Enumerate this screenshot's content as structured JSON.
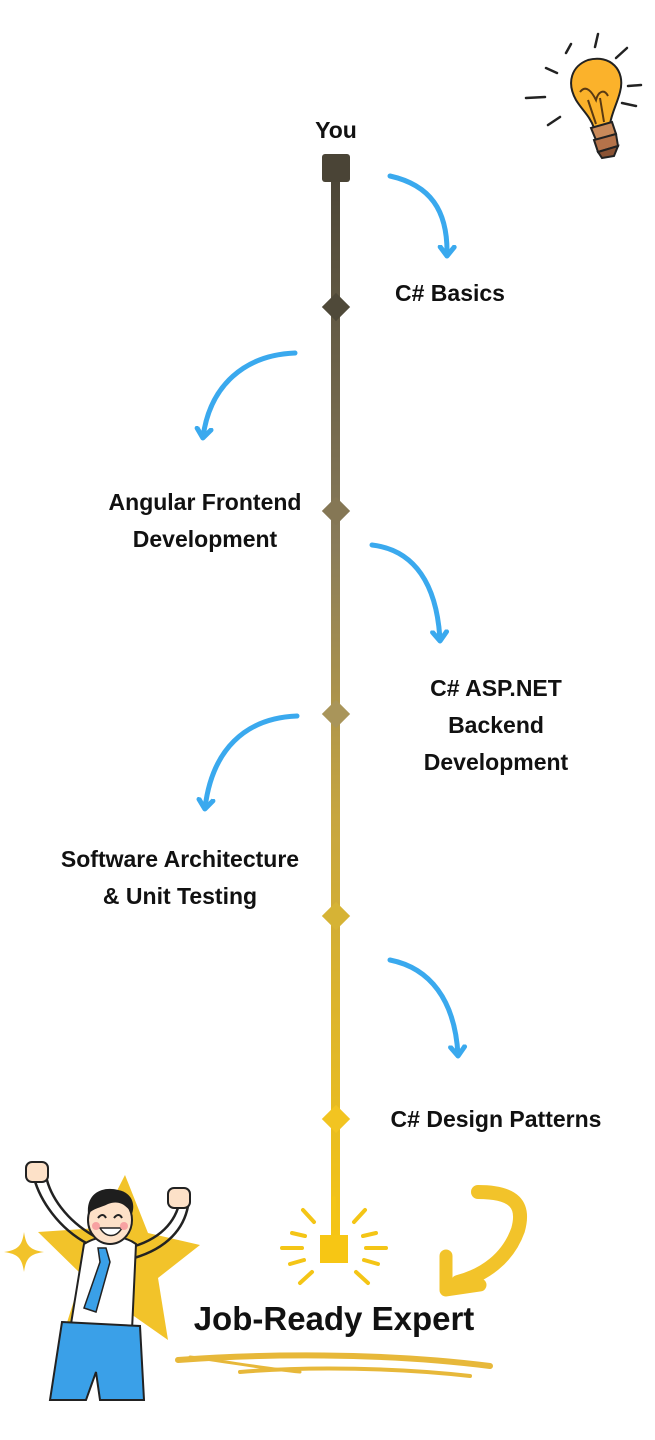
{
  "start_label": "You",
  "steps": [
    {
      "label": "C# Basics"
    },
    {
      "label": "Angular Frontend Development"
    },
    {
      "label": "C# ASP.NET Backend Development"
    },
    {
      "label": "Software Architecture & Unit Testing"
    },
    {
      "label": "C# Design Patterns"
    }
  ],
  "goal_label": "Job-Ready Expert",
  "colors": {
    "arrow_blue": "#3aa9ee",
    "track_top": "#4a4436",
    "track_mid": "#a9955a",
    "track_bottom": "#f4c516",
    "accent_yellow": "#f2c32a",
    "underline": "#e7b83a",
    "person_shirt": "#ffffff",
    "person_pants": "#3aa0e8",
    "person_tie": "#3aa0e8"
  },
  "icons": [
    "lightbulb-icon",
    "celebrating-person-icon",
    "star-icon",
    "sparkle-icon",
    "curved-arrow-icon"
  ]
}
